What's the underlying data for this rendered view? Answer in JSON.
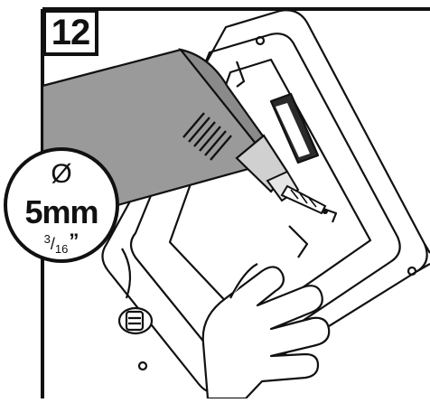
{
  "step": {
    "number": "12"
  },
  "drill_bit": {
    "symbol": "Ø",
    "size_metric": "5mm",
    "size_imperial_numerator": "3",
    "size_imperial_slash": "/",
    "size_imperial_denominator": "16",
    "size_imperial_unit": "”"
  },
  "icons": [
    "drill-icon",
    "hand-icon",
    "enclosure-icon",
    "drill-bit-icon"
  ],
  "colors": {
    "ink": "#111111",
    "drill_gray": "#9a9a9a",
    "drill_light": "#c9c9c9",
    "paper": "#ffffff"
  }
}
